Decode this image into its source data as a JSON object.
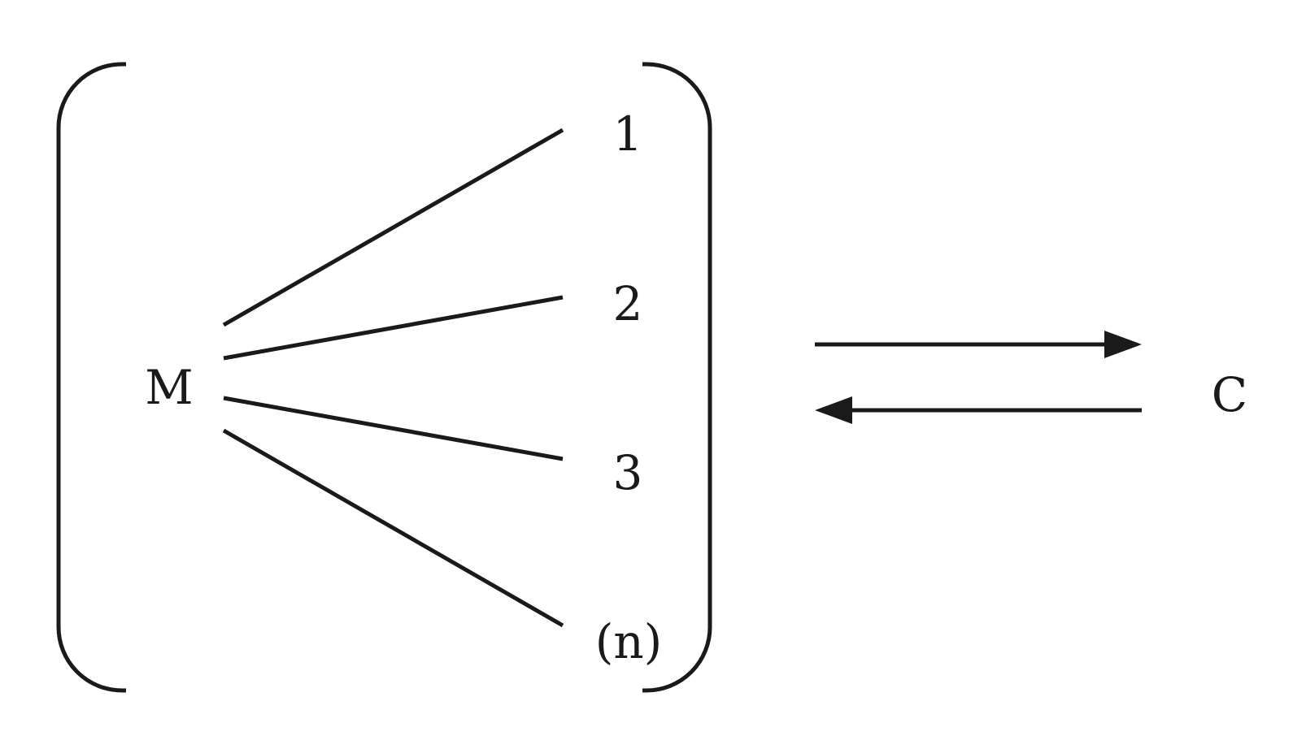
{
  "diagram": {
    "center_label": "M",
    "ligand_labels": [
      "1",
      "2",
      "3",
      "(n)"
    ],
    "product_label": "C",
    "color": "#1a1a1a"
  }
}
